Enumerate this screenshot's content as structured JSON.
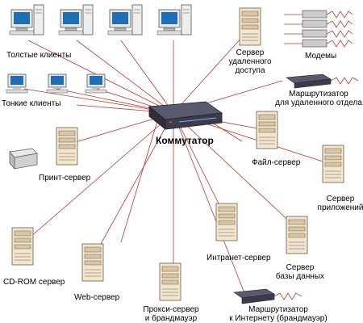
{
  "labels": {
    "fat_clients": "Толстые клиенты",
    "thin_clients": "Тонкие клиенты",
    "switch": "Коммутатор",
    "remote_server_1": "Сервер",
    "remote_server_2": "удаленного",
    "remote_server_3": "доступа",
    "modems": "Модемы",
    "branch_router_1": "Маршрутизатор",
    "branch_router_2": "для удаленного отдела",
    "file_server": "Файл-сервер",
    "print_server": "Принт-сервер",
    "app_server_1": "Сервер",
    "app_server_2": "приложений",
    "intranet_server": "Интранет-сервер",
    "db_server_1": "Сервер",
    "db_server_2": "базы данных",
    "cdrom_server": "CD-ROM сервер",
    "web_server": "Web-сервер",
    "proxy_1": "Прокси-сервер",
    "proxy_2": "и брандмауэр",
    "inet_router_1": "Маршрутизатор",
    "inet_router_2": "к Интернету (брандмауэр)"
  },
  "colors": {
    "link": "#c0392b",
    "tower": "#f3e6d0",
    "tower_edge": "#6b5a45",
    "screen": "#1d6fb8",
    "device": "#3b3b4f"
  }
}
